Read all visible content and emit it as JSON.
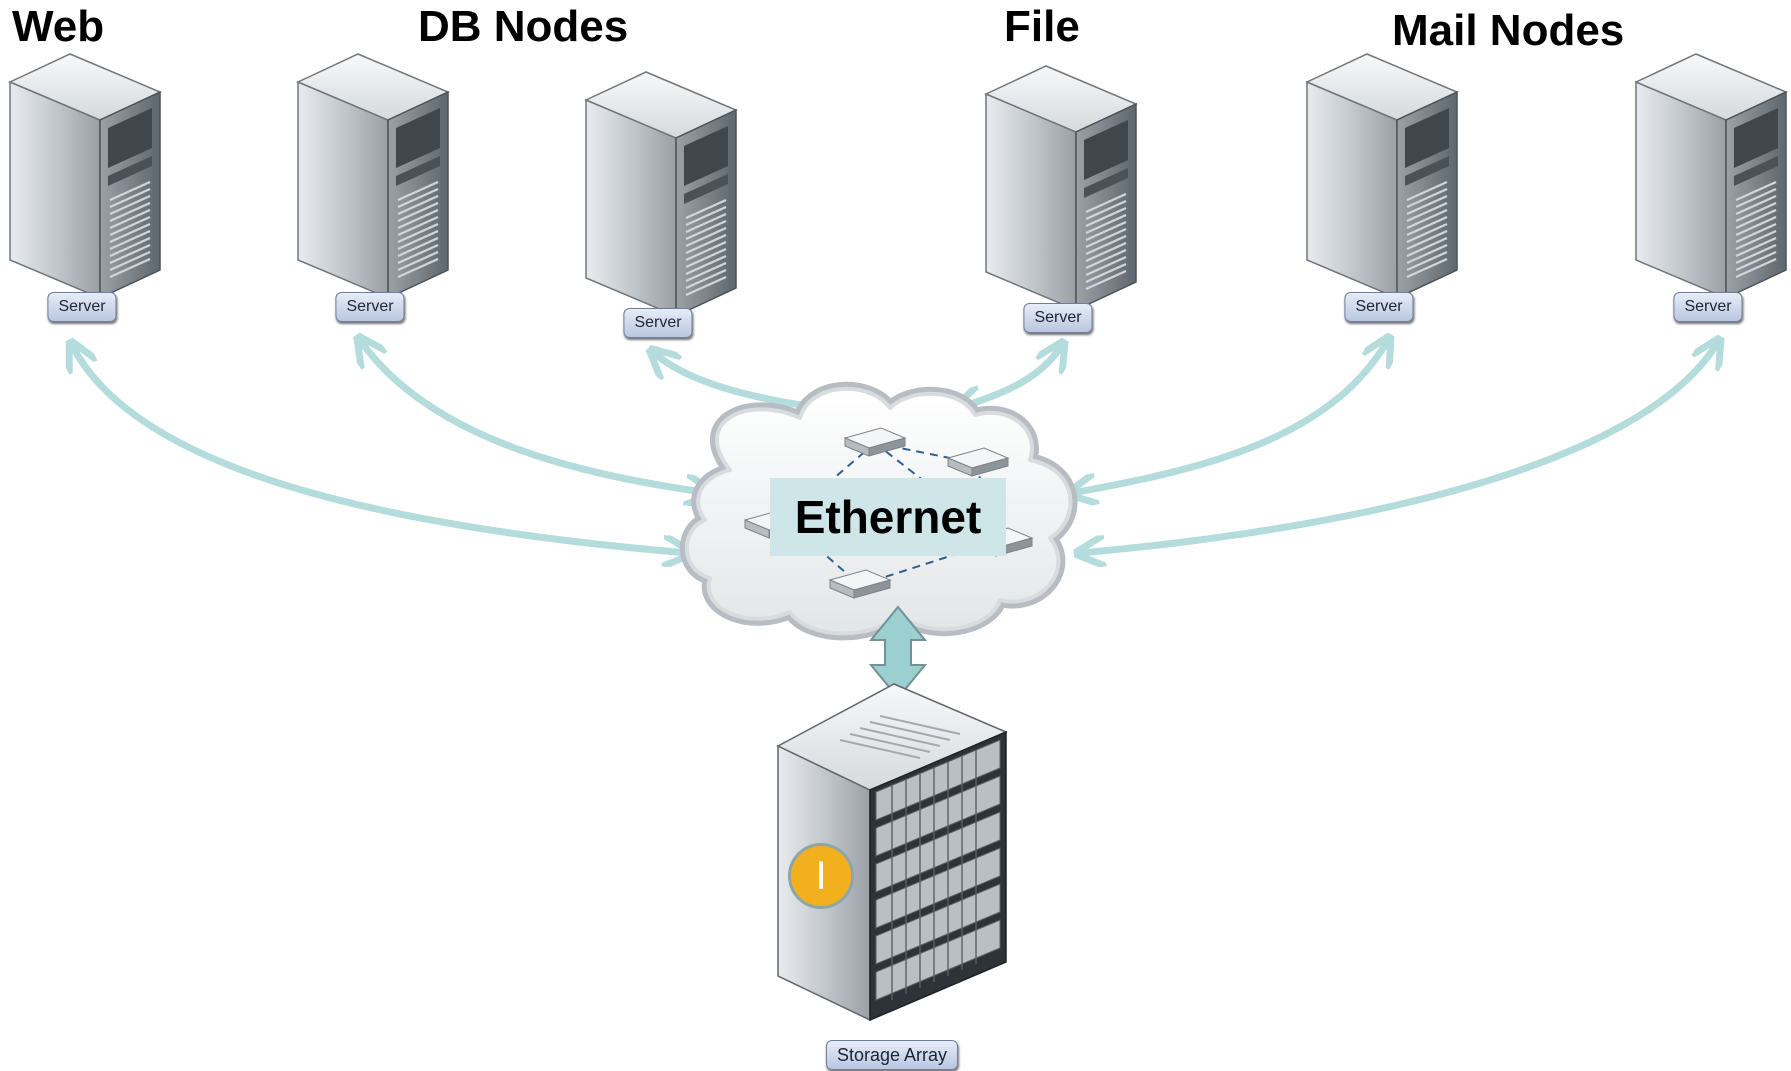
{
  "groups": {
    "web": "Web",
    "db": "DB Nodes",
    "file": "File",
    "mail": "Mail Nodes"
  },
  "servers": [
    {
      "id": "web-1",
      "label": "Server"
    },
    {
      "id": "db-1",
      "label": "Server"
    },
    {
      "id": "db-2",
      "label": "Server"
    },
    {
      "id": "file-1",
      "label": "Server"
    },
    {
      "id": "mail-1",
      "label": "Server"
    },
    {
      "id": "mail-2",
      "label": "Server"
    }
  ],
  "network": {
    "label": "Ethernet"
  },
  "storage": {
    "label": "Storage Array",
    "badge": "I"
  },
  "colors": {
    "arrow": "#b4dcdd",
    "label_bg": "#cfe6e8",
    "badge": "#f2b01e",
    "link": "#2e5f96"
  }
}
